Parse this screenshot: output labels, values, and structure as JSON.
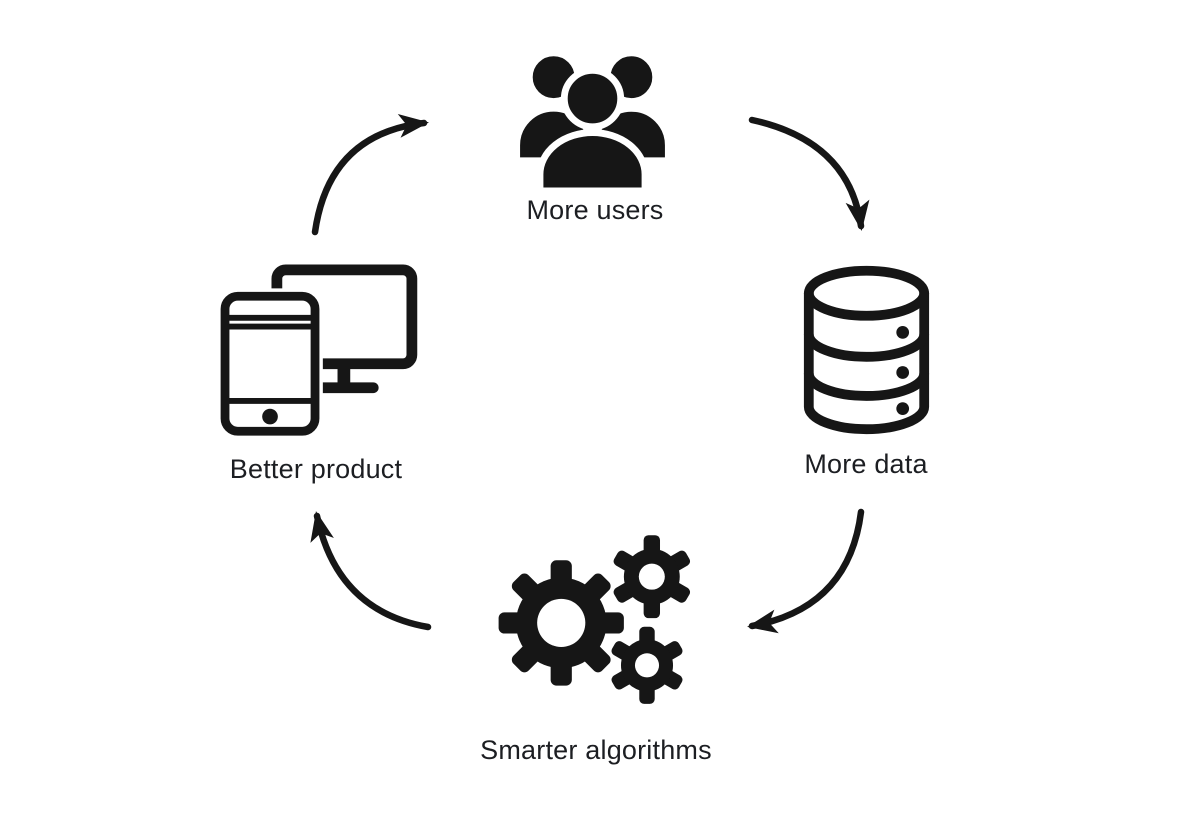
{
  "diagram": {
    "type": "cycle",
    "background_color": "#ffffff",
    "icon_color": "#161616",
    "text_color": "#1c1e22",
    "nodes": [
      {
        "id": "more-users",
        "label": "More users",
        "icon": "users-group-icon",
        "position": "top"
      },
      {
        "id": "more-data",
        "label": "More data",
        "icon": "database-icon",
        "position": "right"
      },
      {
        "id": "smarter-algorithms",
        "label": "Smarter algorithms",
        "icon": "gears-icon",
        "position": "bottom"
      },
      {
        "id": "better-product",
        "label": "Better product",
        "icon": "devices-icon",
        "position": "left"
      }
    ],
    "edges": [
      {
        "from": "Better product",
        "to": "More users",
        "direction": "clockwise"
      },
      {
        "from": "More users",
        "to": "More data",
        "direction": "clockwise"
      },
      {
        "from": "More data",
        "to": "Smarter algorithms",
        "direction": "clockwise"
      },
      {
        "from": "Smarter algorithms",
        "to": "Better product",
        "direction": "clockwise"
      }
    ]
  }
}
